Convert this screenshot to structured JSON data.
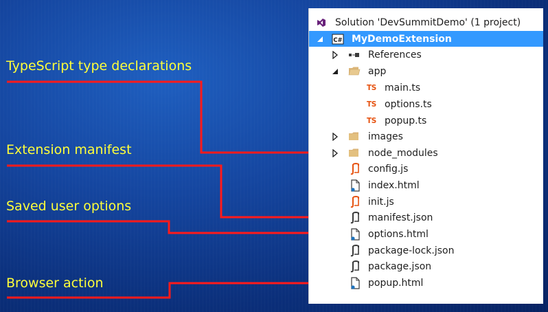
{
  "callouts": {
    "typescript": "TypeScript type declarations",
    "manifest": "Extension manifest",
    "options": "Saved user options",
    "browser_action": "Browser action"
  },
  "solution_explorer": {
    "solution_label": "Solution 'DevSummitDemo' (1 project)",
    "project_label": "MyDemoExtension",
    "references_label": "References",
    "app_folder_label": "app",
    "main_ts_label": "main.ts",
    "options_ts_label": "options.ts",
    "popup_ts_label": "popup.ts",
    "images_folder_label": "images",
    "node_modules_label": "node_modules",
    "config_js_label": "config.js",
    "index_html_label": "index.html",
    "init_js_label": "init.js",
    "manifest_json_label": "manifest.json",
    "options_html_label": "options.html",
    "package_lock_label": "package-lock.json",
    "package_json_label": "package.json",
    "popup_html_label": "popup.html",
    "ts_icon_text": "TS",
    "cs_badge_text": "C#"
  },
  "colors": {
    "callout_text": "#ffff3a",
    "connector": "#ff1a1a",
    "selection": "#3399ff",
    "folder": "#dcb67a",
    "ts_icon": "#e6520f",
    "js_icon": "#e6520f"
  }
}
